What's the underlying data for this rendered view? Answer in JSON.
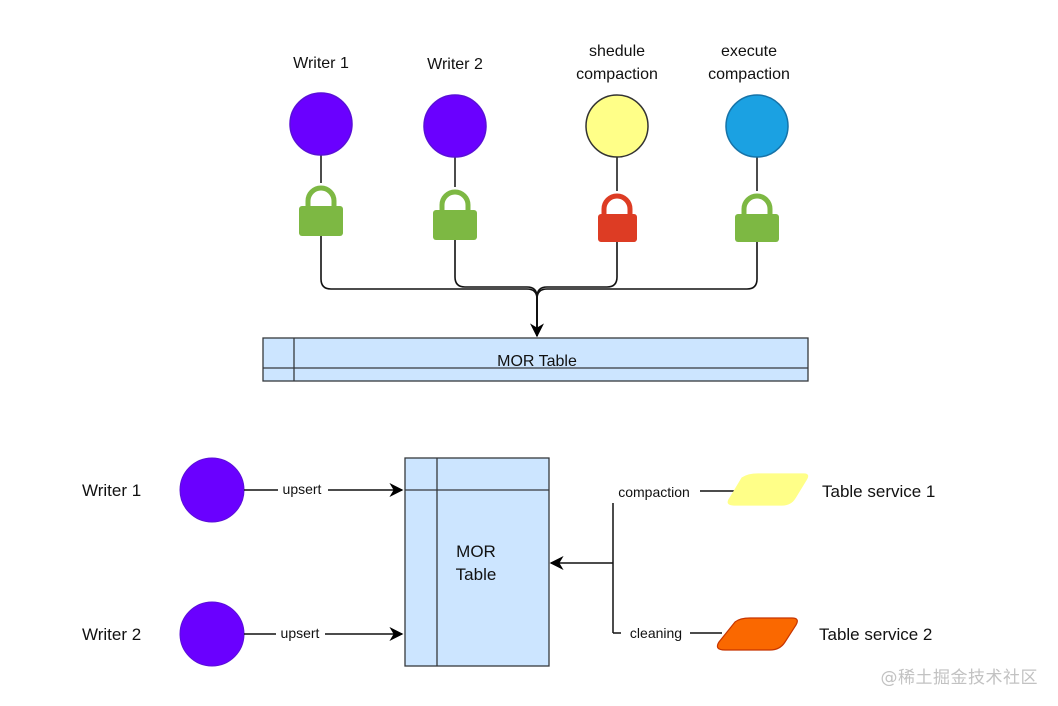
{
  "top_diagram": {
    "actors": [
      {
        "label_lines": [
          "Writer 1"
        ],
        "circle_color": "#6a00ff",
        "circle_stroke": "#5a10d8",
        "lock_color": "#7db843",
        "lock_state": "acquired"
      },
      {
        "label_lines": [
          "Writer 2"
        ],
        "circle_color": "#6a00ff",
        "circle_stroke": "#5a10d8",
        "lock_color": "#7db843",
        "lock_state": "acquired"
      },
      {
        "label_lines": [
          "shedule",
          "compaction"
        ],
        "circle_color": "#ffff88",
        "circle_stroke": "#333333",
        "lock_color": "#dd3c24",
        "lock_state": "blocked"
      },
      {
        "label_lines": [
          "execute",
          "compaction"
        ],
        "circle_color": "#1ba1e2",
        "circle_stroke": "#1673a8",
        "lock_color": "#7db843",
        "lock_state": "acquired"
      }
    ],
    "table": {
      "label": "MOR Table",
      "fill": "#cce5ff",
      "stroke": "#36393d"
    }
  },
  "bottom_diagram": {
    "writers": [
      {
        "label": "Writer 1",
        "edge_label": "upsert",
        "circle_color": "#6a00ff"
      },
      {
        "label": "Writer 2",
        "edge_label": "upsert",
        "circle_color": "#6a00ff"
      }
    ],
    "table": {
      "label_lines": [
        "MOR",
        "Table"
      ],
      "fill": "#cce5ff",
      "stroke": "#36393d"
    },
    "services": [
      {
        "label": "Table service 1",
        "edge_label": "compaction",
        "shape_color": "#ffff88",
        "shape_stroke": "#ffff88"
      },
      {
        "label": "Table service 2",
        "edge_label": "cleaning",
        "shape_color": "#fa6800",
        "shape_stroke": "#c73500"
      }
    ]
  },
  "watermark": "@稀土掘金技术社区"
}
